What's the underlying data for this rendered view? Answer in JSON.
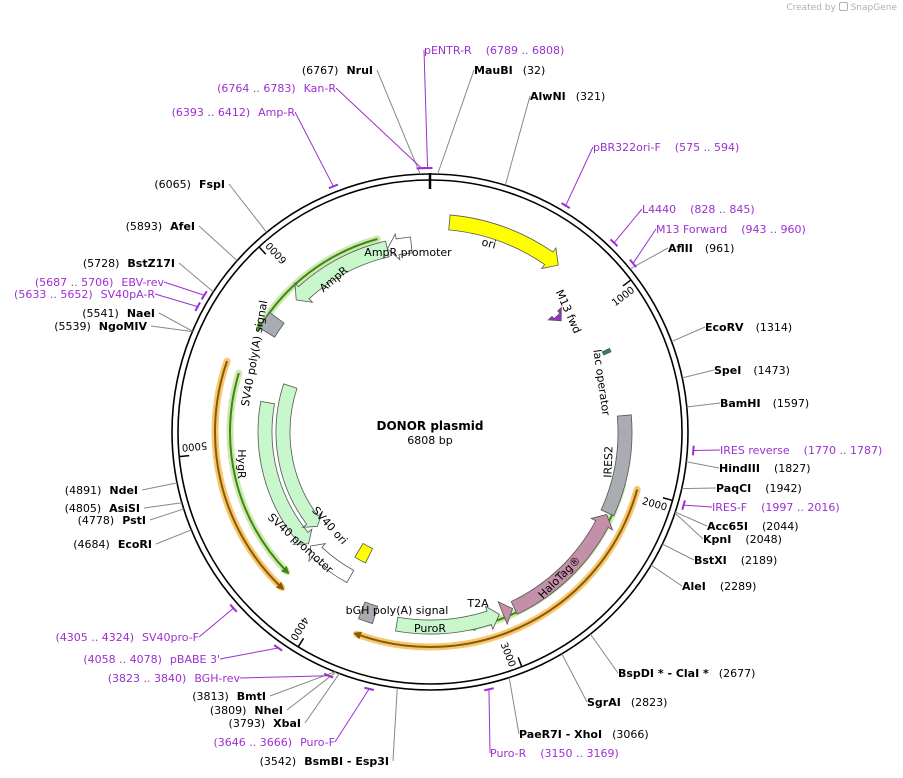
{
  "credit": {
    "created_by": "Created by",
    "app": "SnapGene"
  },
  "plasmid": {
    "name": "DONOR plasmid",
    "size_label": "6808 bp",
    "length": 6808
  },
  "ticks": [
    {
      "bp": 1000,
      "label": "1000"
    },
    {
      "bp": 2000,
      "label": "2000"
    },
    {
      "bp": 3000,
      "label": "3000"
    },
    {
      "bp": 4000,
      "label": "4000"
    },
    {
      "bp": 5000,
      "label": "5000"
    },
    {
      "bp": 6000,
      "label": "6000"
    }
  ],
  "enzymes": [
    {
      "name": "MauBI",
      "pos": "(32)",
      "bp": 32
    },
    {
      "name": "AlwNI",
      "pos": "(321)",
      "bp": 321
    },
    {
      "name": "AflII",
      "pos": "(961)",
      "bp": 961
    },
    {
      "name": "EcoRV",
      "pos": "(1314)",
      "bp": 1314
    },
    {
      "name": "SpeI",
      "pos": "(1473)",
      "bp": 1473
    },
    {
      "name": "BamHI",
      "pos": "(1597)",
      "bp": 1597
    },
    {
      "name": "HindIII",
      "pos": "(1827)",
      "bp": 1827
    },
    {
      "name": "PaqCI",
      "pos": "(1942)",
      "bp": 1942
    },
    {
      "name": "Acc65I",
      "pos": "(2044)",
      "bp": 2044
    },
    {
      "name": "KpnI",
      "pos": "(2048)",
      "bp": 2048
    },
    {
      "name": "BstXI",
      "pos": "(2189)",
      "bp": 2189
    },
    {
      "name": "AleI",
      "pos": "(2289)",
      "bp": 2289
    },
    {
      "name": "BspDI * - ClaI *",
      "pos": "(2677)",
      "bp": 2677
    },
    {
      "name": "SgrAI",
      "pos": "(2823)",
      "bp": 2823
    },
    {
      "name": "PaeR7I - XhoI",
      "pos": "(3066)",
      "bp": 3066
    },
    {
      "name": "BsmBI - Esp3I",
      "pos": "(3542)",
      "bp": 3542
    },
    {
      "name": "XbaI",
      "pos": "(3793)",
      "bp": 3793
    },
    {
      "name": "NheI",
      "pos": "(3809)",
      "bp": 3809
    },
    {
      "name": "BmtI",
      "pos": "(3813)",
      "bp": 3813
    },
    {
      "name": "EcoRI",
      "pos": "(4684)",
      "bp": 4684
    },
    {
      "name": "PstI",
      "pos": "(4778)",
      "bp": 4778
    },
    {
      "name": "AsiSI",
      "pos": "(4805)",
      "bp": 4805
    },
    {
      "name": "NdeI",
      "pos": "(4891)",
      "bp": 4891
    },
    {
      "name": "NgoMIV",
      "pos": "(5539)",
      "bp": 5539
    },
    {
      "name": "NaeI",
      "pos": "(5541)",
      "bp": 5541
    },
    {
      "name": "BstZ17I",
      "pos": "(5728)",
      "bp": 5728
    },
    {
      "name": "AfeI",
      "pos": "(5893)",
      "bp": 5893
    },
    {
      "name": "FspI",
      "pos": "(6065)",
      "bp": 6065
    },
    {
      "name": "NruI",
      "pos": "(6767)",
      "bp": 6767
    }
  ],
  "primers": [
    {
      "name": "pENTR-R",
      "range": "(6789 .. 6808)",
      "bp": 6798
    },
    {
      "name": "pBR322ori-F",
      "range": "(575 .. 594)",
      "bp": 585
    },
    {
      "name": "L4440",
      "range": "(828 .. 845)",
      "bp": 836
    },
    {
      "name": "M13 Forward",
      "range": "(943 .. 960)",
      "bp": 951
    },
    {
      "name": "IRES reverse",
      "range": "(1770 .. 1787)",
      "bp": 1778
    },
    {
      "name": "IRES-F",
      "range": "(1997 .. 2016)",
      "bp": 2006
    },
    {
      "name": "Puro-R",
      "range": "(3150 .. 3169)",
      "bp": 3160
    },
    {
      "name": "Puro-F",
      "range": "(3646 .. 3666)",
      "bp": 3656
    },
    {
      "name": "BGH-rev",
      "range": "(3823 .. 3840)",
      "bp": 3831
    },
    {
      "name": "pBABE 3'",
      "range": "(4058 .. 4078)",
      "bp": 4068
    },
    {
      "name": "SV40pro-F",
      "range": "(4305 .. 4324)",
      "bp": 4314
    },
    {
      "name": "SV40pA-R",
      "range": "(5633 .. 5652)",
      "bp": 5642
    },
    {
      "name": "EBV-rev",
      "range": "(5687 .. 5706)",
      "bp": 5696
    },
    {
      "name": "Amp-R",
      "range": "(6393 .. 6412)",
      "bp": 6402
    },
    {
      "name": "Kan-R",
      "range": "(6764 .. 6783)",
      "bp": 6773
    }
  ],
  "features": [
    {
      "name": "ori",
      "color": "#ffff00"
    },
    {
      "name": "M13 fwd",
      "color": "#9b30d0"
    },
    {
      "name": "lac operator",
      "color": "#2e7d8c"
    },
    {
      "name": "IRES2",
      "color": "#a9adb2"
    },
    {
      "name": "HaloTag®",
      "color": "#c48fa8"
    },
    {
      "name": "T2A",
      "color": "#c48fa8"
    },
    {
      "name": "PuroR",
      "color": "#c9f7cc"
    },
    {
      "name": "bGH poly(A) signal",
      "color": "#a9adb2"
    },
    {
      "name": "SV40 promoter",
      "color": "#ffffff"
    },
    {
      "name": "SV40 ori",
      "color": "#ffff00"
    },
    {
      "name": "HygR",
      "color": "#c9f7cc"
    },
    {
      "name": "SV40 poly(A) signal",
      "color": "#a9adb2"
    },
    {
      "name": "AmpR",
      "color": "#c9f7cc"
    },
    {
      "name": "AmpR promoter",
      "color": "#ffffff"
    }
  ],
  "colors": {
    "primer": "#9b30d0",
    "orf_green": "#3a8a12",
    "orf_orange": "#f0a020",
    "backbone": "#000000"
  }
}
